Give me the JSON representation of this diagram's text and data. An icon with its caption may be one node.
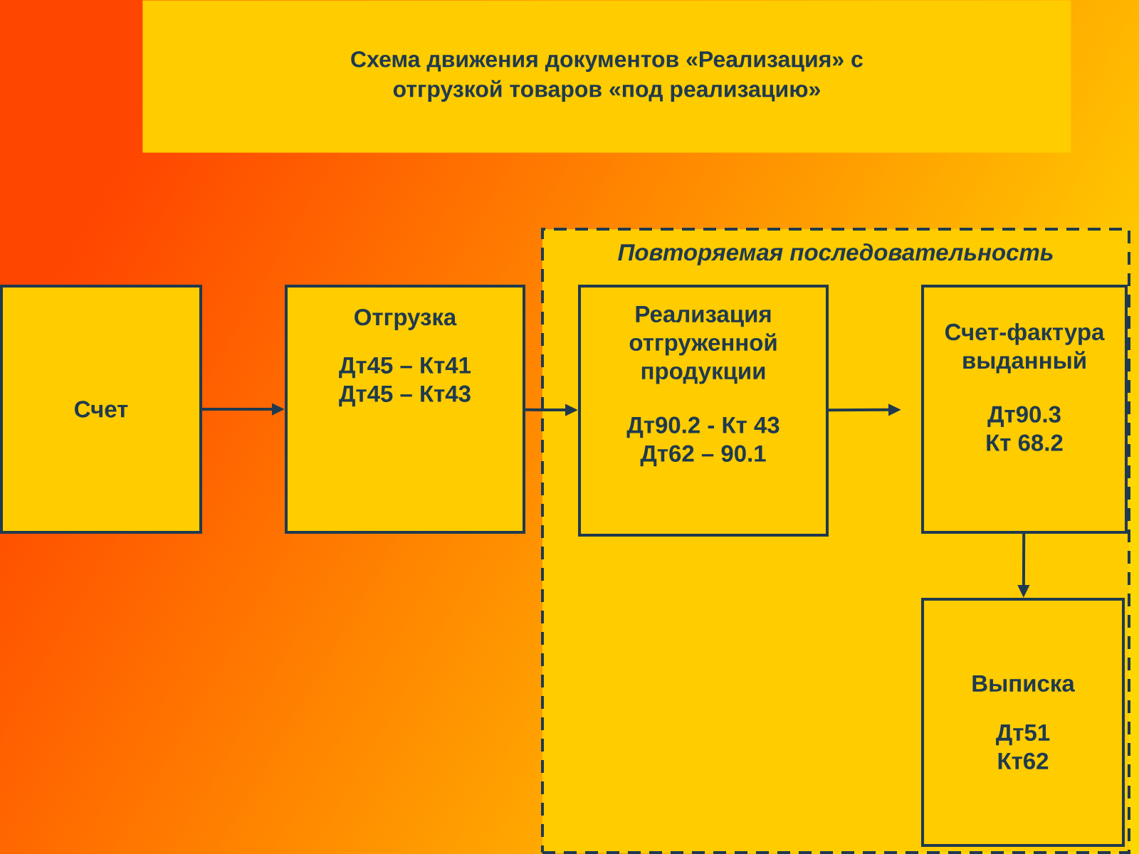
{
  "diagram": {
    "title": "Схема движения документов «Реализация» с отгрузкой товаров «под реализацию»",
    "nodes": [
      {
        "text": [
          "Повторяемая последовательность"
        ]
      },
      {
        "text": [
          "Счет"
        ]
      },
      {
        "text": [
          "Отгрузка",
          "Дт45 – Кт41 Дт45 – Кт43"
        ]
      },
      {
        "text": [
          "Реализация отгруженной продукции",
          "Дт90.2 - Кт 43 Дт62 – 90.1"
        ],
        "in": 0
      },
      {
        "text": [
          "Счет-фактура выданный",
          "Дт90.3 Кт 68.2"
        ],
        "in": 0
      },
      {
        "text": [
          "Выписка",
          "Дт51 Кт62"
        ],
        "in": 0
      }
    ],
    "edges": [
      {
        "from": 1,
        "to": 2,
        "arrow": "to"
      },
      {
        "from": 2,
        "to": 3,
        "arrow": "to"
      },
      {
        "from": 3,
        "to": 4,
        "arrow": "to"
      },
      {
        "from": 4,
        "to": 5,
        "arrow": "to"
      }
    ]
  }
}
